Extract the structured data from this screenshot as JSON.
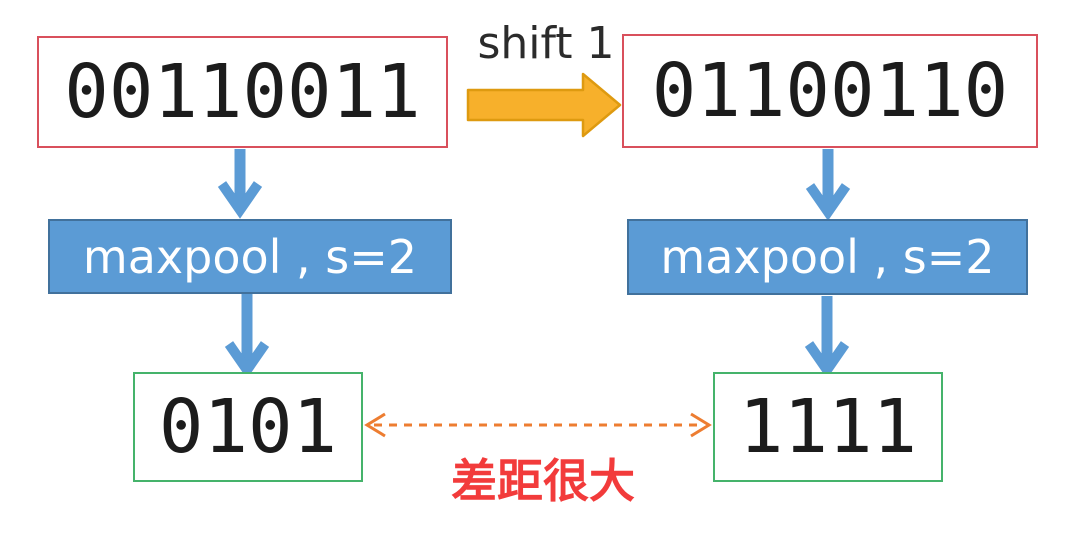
{
  "diagram": {
    "top_left_box": {
      "value": "00110011"
    },
    "top_right_box": {
      "value": "01100110"
    },
    "shift_label": "shift 1",
    "maxpool_left": {
      "label": "maxpool , s=2"
    },
    "maxpool_right": {
      "label": "maxpool , s=2"
    },
    "bottom_left_box": {
      "value": "0101"
    },
    "bottom_right_box": {
      "value": "1111"
    },
    "difference_label": "差距很大",
    "colors": {
      "binary_box_border": "#D9505C",
      "binary_text": "#1C1C1C",
      "result_box_border": "#45B36B",
      "maxpool_fill": "#5B9BD5",
      "maxpool_border": "#41719C",
      "maxpool_text": "#FFFFFF",
      "flow_arrow": "#5B9BD5",
      "shift_arrow_fill": "#F7B02B",
      "shift_arrow_border": "#DE9A10",
      "difference_arrow": "#ED7D31",
      "difference_text": "#F23B3B",
      "shift_label_text": "#2B2B2B",
      "background": "#FFFFFF"
    }
  }
}
